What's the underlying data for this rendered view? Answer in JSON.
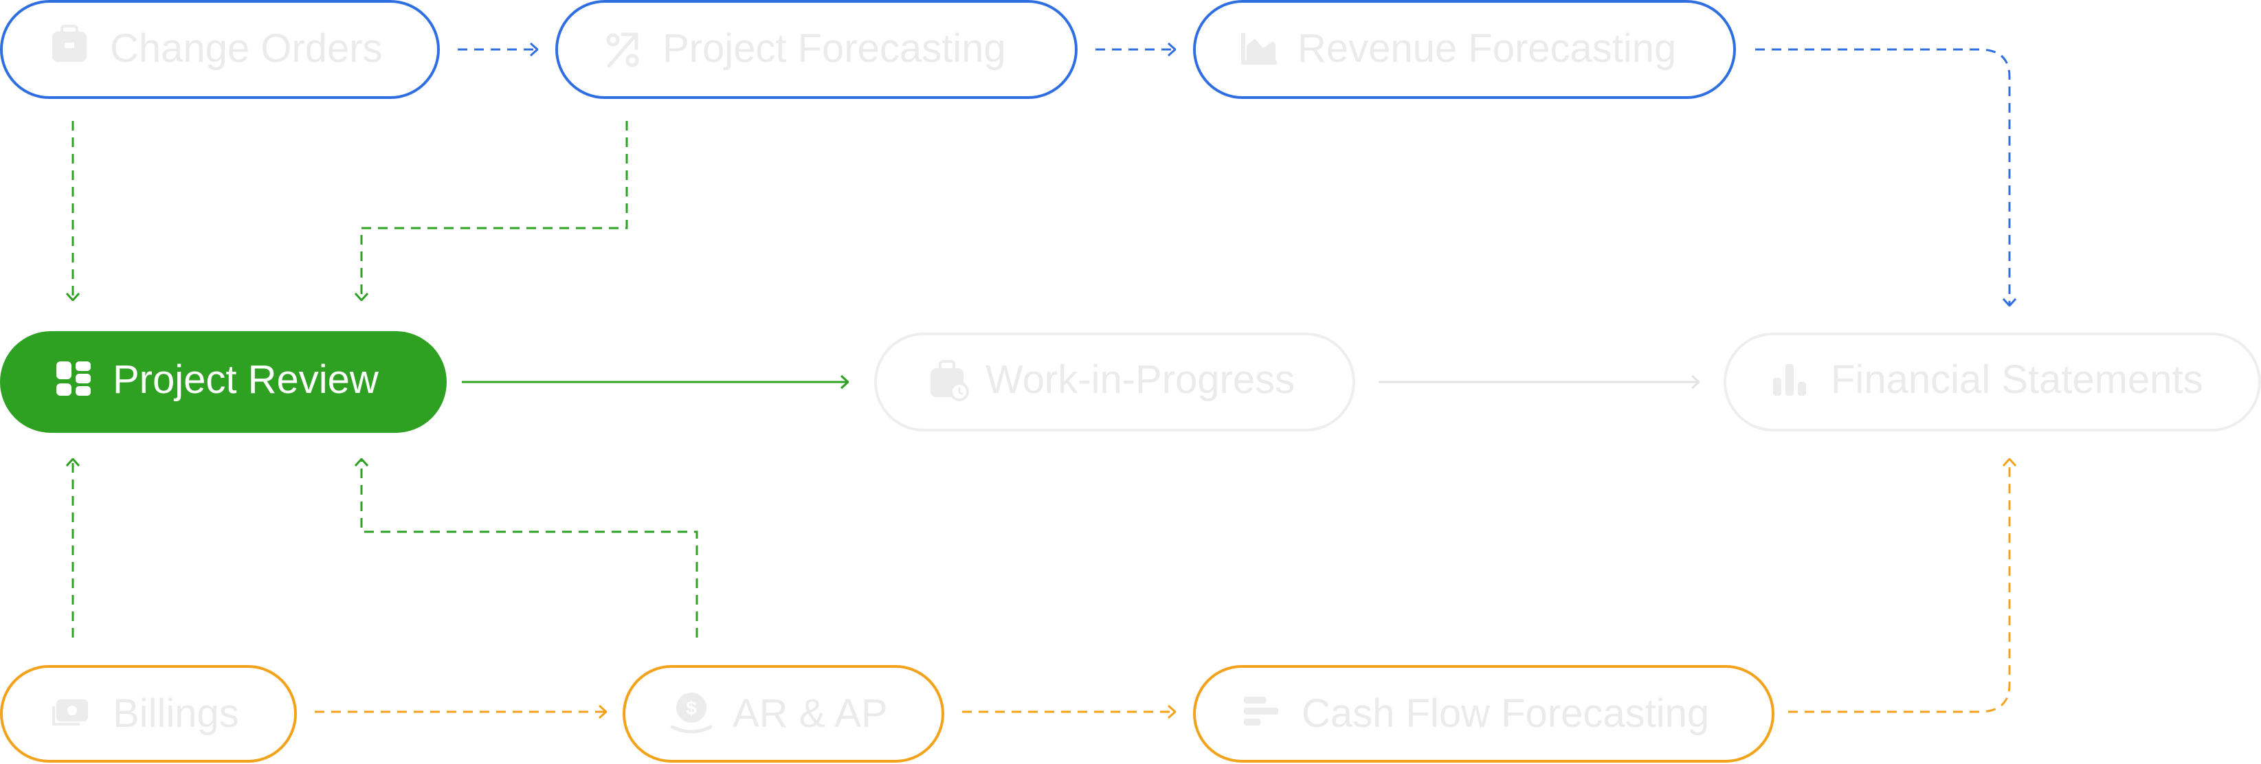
{
  "colors": {
    "blue": "#2f6fe0",
    "green": "#2ea122",
    "orange": "#f2a31b",
    "gray": "#e8e8e8",
    "faded_text": "#ebebeb",
    "faded_icon": "#ececec",
    "active_text": "#ffffff"
  },
  "nodes": {
    "change_orders": {
      "label": "Change Orders",
      "icon": "briefcase-icon"
    },
    "project_forecasting": {
      "label": "Project Forecasting",
      "icon": "trend-percent-icon"
    },
    "revenue_forecasting": {
      "label": "Revenue Forecasting",
      "icon": "area-chart-icon"
    },
    "project_review": {
      "label": "Project Review",
      "icon": "dashboard-grid-icon",
      "active": true
    },
    "work_in_progress": {
      "label": "Work-in-Progress",
      "icon": "briefcase-clock-icon"
    },
    "financial_statements": {
      "label": "Financial Statements",
      "icon": "bar-chart-icon"
    },
    "billings": {
      "label": "Billings",
      "icon": "cash-icon"
    },
    "ar_ap": {
      "label": "AR & AP",
      "icon": "coin-hand-icon"
    },
    "cash_flow_forecasting": {
      "label": "Cash Flow Forecasting",
      "icon": "horizontal-bars-icon"
    }
  }
}
